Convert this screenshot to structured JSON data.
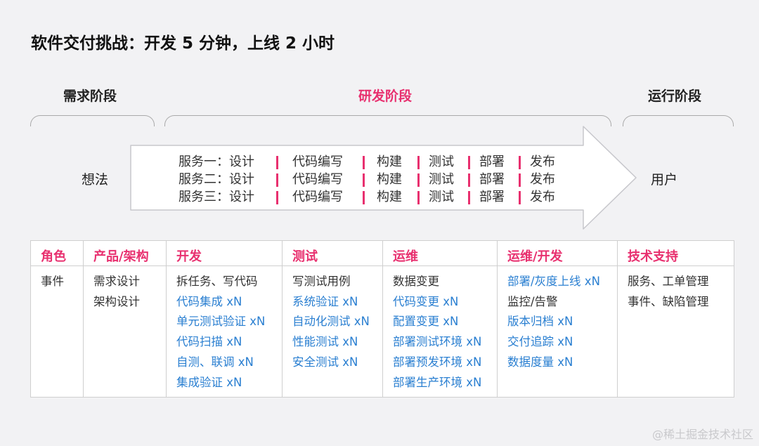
{
  "title": "软件交付挑战：开发 5 分钟，上线 2 小时",
  "phases": {
    "requirements": "需求阶段",
    "development": "研发阶段",
    "operation": "运行阶段"
  },
  "idea_label": "想法",
  "user_label": "用户",
  "services": [
    {
      "name": "服务一：设计",
      "steps": [
        "代码编写",
        "构建",
        "测试",
        "部署",
        "发布"
      ]
    },
    {
      "name": "服务二：设计",
      "steps": [
        "代码编写",
        "构建",
        "测试",
        "部署",
        "发布"
      ]
    },
    {
      "name": "服务三：设计",
      "steps": [
        "代码编写",
        "构建",
        "测试",
        "部署",
        "发布"
      ]
    }
  ],
  "table": {
    "headers": [
      "角色",
      "产品/架构",
      "开发",
      "测试",
      "运维",
      "运维/开发",
      "技术支持"
    ],
    "columns": [
      [
        {
          "text": "事件",
          "hl": false
        }
      ],
      [
        {
          "text": "需求设计",
          "hl": false
        },
        {
          "text": "架构设计",
          "hl": false
        }
      ],
      [
        {
          "text": "拆任务、写代码",
          "hl": false
        },
        {
          "text": "代码集成 xN",
          "hl": true
        },
        {
          "text": "单元测试验证 xN",
          "hl": true
        },
        {
          "text": "代码扫描 xN",
          "hl": true
        },
        {
          "text": "自测、联调 xN",
          "hl": true
        },
        {
          "text": "集成验证 xN",
          "hl": true
        }
      ],
      [
        {
          "text": "写测试用例",
          "hl": false
        },
        {
          "text": "系统验证 xN",
          "hl": true
        },
        {
          "text": "自动化测试 xN",
          "hl": true
        },
        {
          "text": "性能测试 xN",
          "hl": true
        },
        {
          "text": "安全测试 xN",
          "hl": true
        }
      ],
      [
        {
          "text": "数据变更",
          "hl": false
        },
        {
          "text": "代码变更 xN",
          "hl": true
        },
        {
          "text": "配置变更 xN",
          "hl": true
        },
        {
          "text": "部署测试环境 xN",
          "hl": true
        },
        {
          "text": "部署预发环境 xN",
          "hl": true
        },
        {
          "text": "部署生产环境 xN",
          "hl": true
        }
      ],
      [
        {
          "text": "部署/灰度上线 xN",
          "hl": true
        },
        {
          "text": "监控/告警",
          "hl": false
        },
        {
          "text": "版本归档 xN",
          "hl": true
        },
        {
          "text": "交付追踪 xN",
          "hl": true
        },
        {
          "text": "数据度量 xN",
          "hl": true
        }
      ],
      [
        {
          "text": "服务、工单管理",
          "hl": false
        },
        {
          "text": "事件、缺陷管理",
          "hl": false
        }
      ]
    ]
  },
  "watermark": "@稀土掘金技术社区",
  "colors": {
    "accent": "#e8306f",
    "highlight": "#2a7fd1"
  }
}
